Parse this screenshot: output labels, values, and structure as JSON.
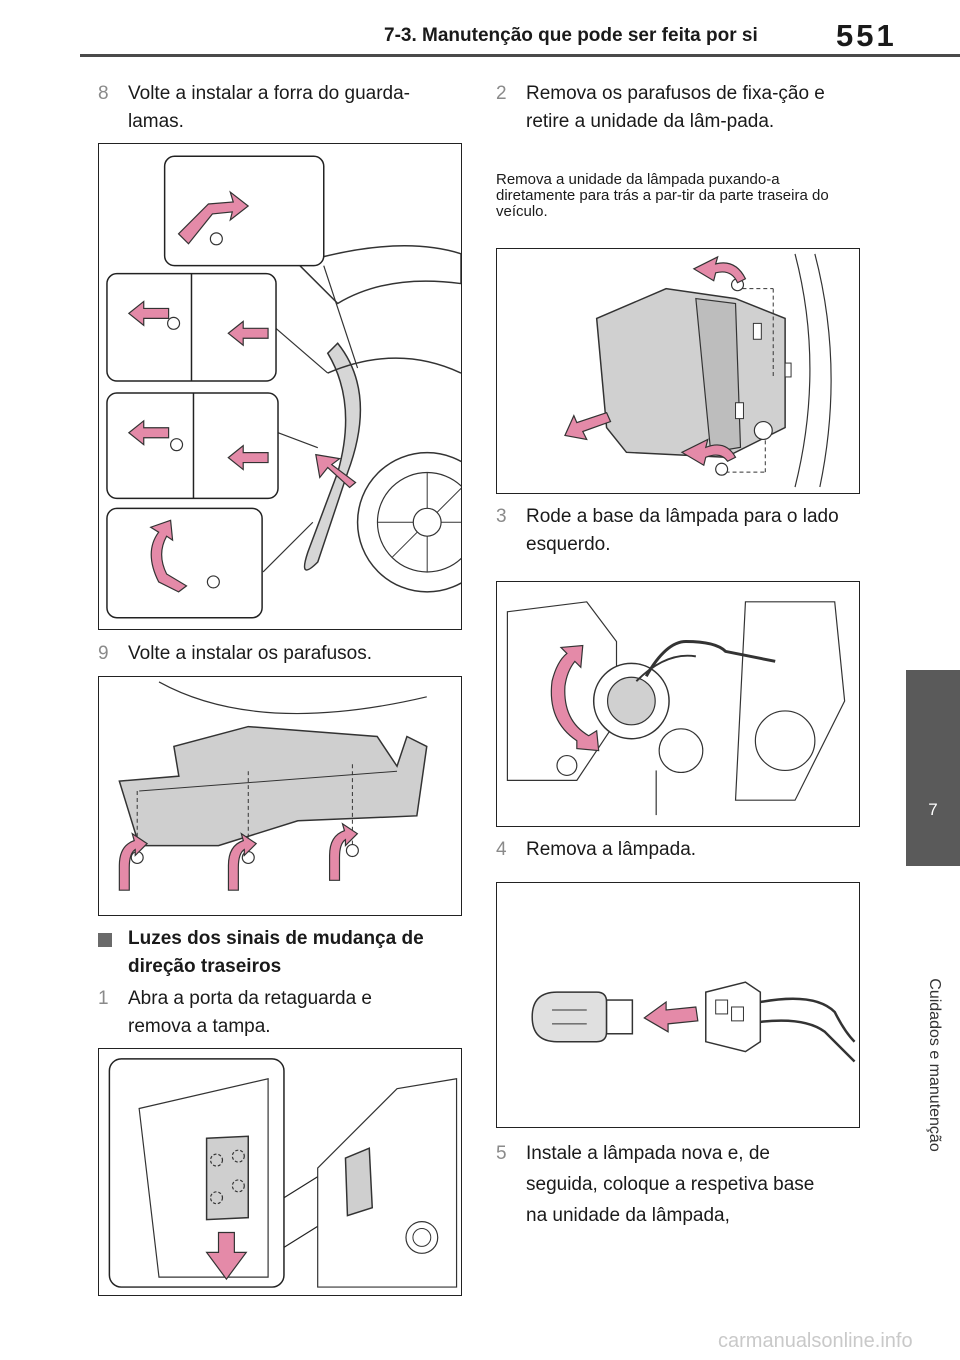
{
  "header": {
    "section_title": "7-3. Manutenção que pode ser feita por si",
    "page_number": "551"
  },
  "side_tab": {
    "chapter_number": "7",
    "chapter_title": "Cuidados e manutenção"
  },
  "left_column": {
    "step8": {
      "num": "8",
      "text": "Volte a instalar a forra do guarda-lamas."
    },
    "step9": {
      "num": "9",
      "text": "Volte a instalar os parafusos."
    },
    "section_heading": "Luzes dos sinais de mudança de direção traseiros",
    "step1": {
      "num": "1",
      "text": "Abra a porta da retaguarda e remova a tampa."
    }
  },
  "right_column": {
    "step2": {
      "num": "2",
      "text": "Remova os parafusos de fixa-ção e retire a unidade da lâm-pada."
    },
    "note": "Remova a unidade da lâmpada puxando-a diretamente para trás a par-tir da parte traseira do veículo.",
    "step3": {
      "num": "3",
      "text": "Rode a base da lâmpada para o lado esquerdo."
    },
    "step4": {
      "num": "4",
      "text": "Remova a lâmpada."
    },
    "step5": {
      "num": "5",
      "text": "Instale a lâmpada nova e, de seguida, coloque a respetiva base na unidade da lâmpada,"
    }
  },
  "colors": {
    "arrow_pink": "#e48aa8",
    "arrow_outline": "#333333",
    "part_gray": "#cfcfcf",
    "tab_gray": "#5a5a5a"
  },
  "watermark": "carmanualsonline.info"
}
